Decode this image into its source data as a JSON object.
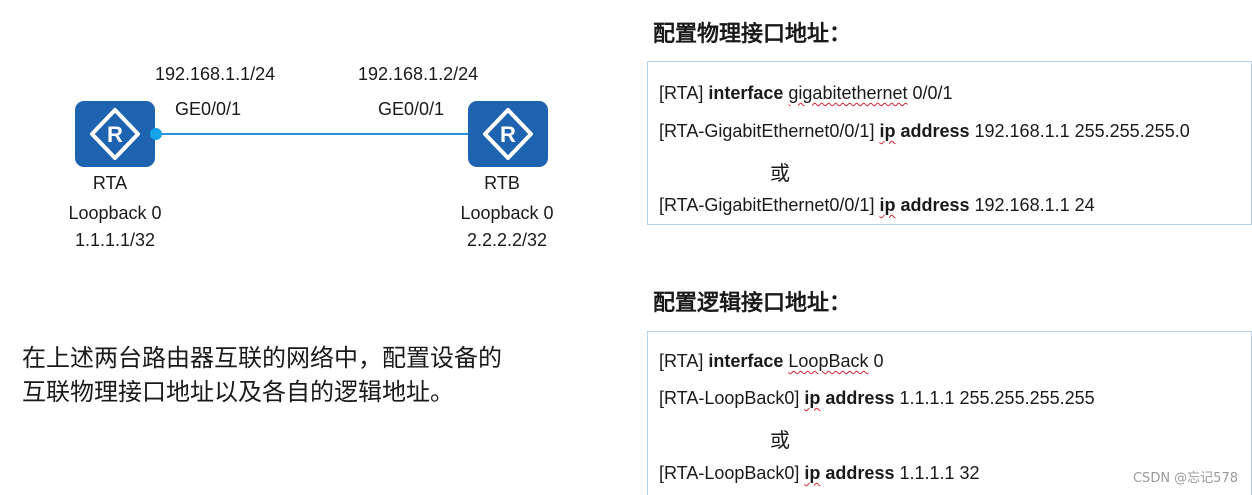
{
  "topology": {
    "rta": {
      "name": "RTA",
      "ip": "192.168.1.1/24",
      "port": "GE0/0/1",
      "loopback_name": "Loopback 0",
      "loopback_ip": "1.1.1.1/32"
    },
    "rtb": {
      "name": "RTB",
      "ip": "192.168.1.2/24",
      "port": "GE0/0/1",
      "loopback_name": "Loopback 0",
      "loopback_ip": "2.2.2.2/32"
    },
    "colors": {
      "router": "#1e63b0",
      "link": "#2b8fe0",
      "port_dot": "#17a3ea"
    },
    "icon": "router-icon"
  },
  "description": {
    "line1": "在上述两台路由器互联的网络中，配置设备的",
    "line2": "互联物理接口地址以及各自的逻辑地址。"
  },
  "physical": {
    "heading": "配置物理接口地址：",
    "cmd1": {
      "prompt": "[RTA] ",
      "kw": "interface",
      "sp": " ",
      "sq": "gigabitethernet",
      "rest": " 0/0/1"
    },
    "cmd2": {
      "prompt": "[RTA-GigabitEthernet0/0/1] ",
      "sq": "ip",
      "sp": " ",
      "kw": "address",
      "rest": " 192.168.1.1 255.255.255.0"
    },
    "or": "或",
    "cmd3": {
      "prompt": "[RTA-GigabitEthernet0/0/1] ",
      "sq": "ip",
      "sp": " ",
      "kw": "address",
      "rest": " 192.168.1.1 24"
    }
  },
  "logical": {
    "heading": "配置逻辑接口地址：",
    "cmd1": {
      "prompt": "[RTA] ",
      "kw": "interface",
      "sp": " ",
      "sq": "LoopBack",
      "rest": " 0"
    },
    "cmd2": {
      "prompt": "[RTA-LoopBack0] ",
      "sq": "ip",
      "sp": " ",
      "kw": "address",
      "rest": " 1.1.1.1 255.255.255.255"
    },
    "or": "或",
    "cmd3": {
      "prompt": "[RTA-LoopBack0] ",
      "sq": "ip",
      "sp": " ",
      "kw": "address",
      "rest": " 1.1.1.1 32"
    }
  },
  "watermark": "CSDN @忘记578"
}
